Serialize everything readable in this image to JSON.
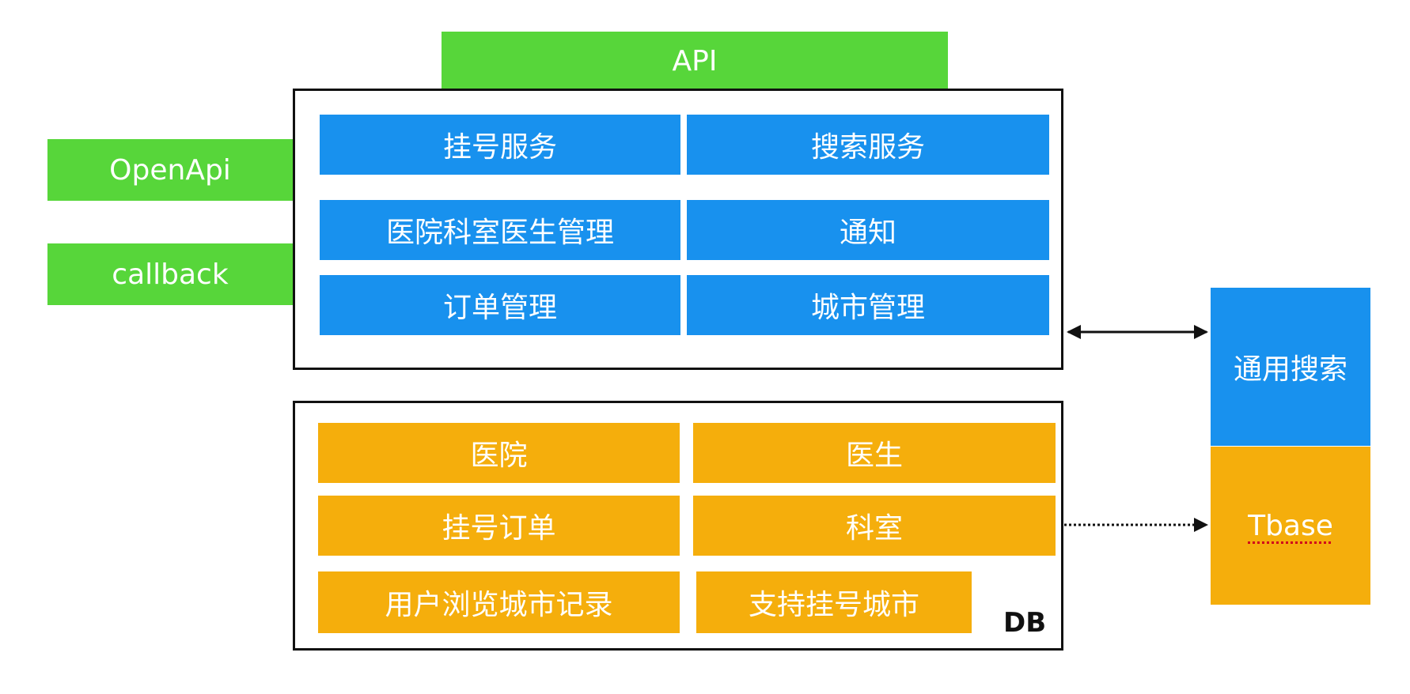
{
  "api": {
    "label": "API"
  },
  "left": {
    "openapi": "OpenApi",
    "callback": "callback"
  },
  "services": {
    "registration": "挂号服务",
    "search": "搜索服务",
    "hospital_dept_doctor": "医院科室医生管理",
    "notify": "通知",
    "order": "订单管理",
    "city": "城市管理"
  },
  "db": {
    "label": "DB",
    "hospital": "医院",
    "doctor": "医生",
    "reg_order": "挂号订单",
    "department": "科室",
    "browse_city_record": "用户浏览城市记录",
    "supported_cities": "支持挂号城市"
  },
  "right": {
    "general_search": "通用搜索",
    "tbase": "Tbase"
  },
  "colors": {
    "green": "#57d63a",
    "blue": "#1891ee",
    "orange": "#f5ae0c",
    "line": "#111111"
  }
}
